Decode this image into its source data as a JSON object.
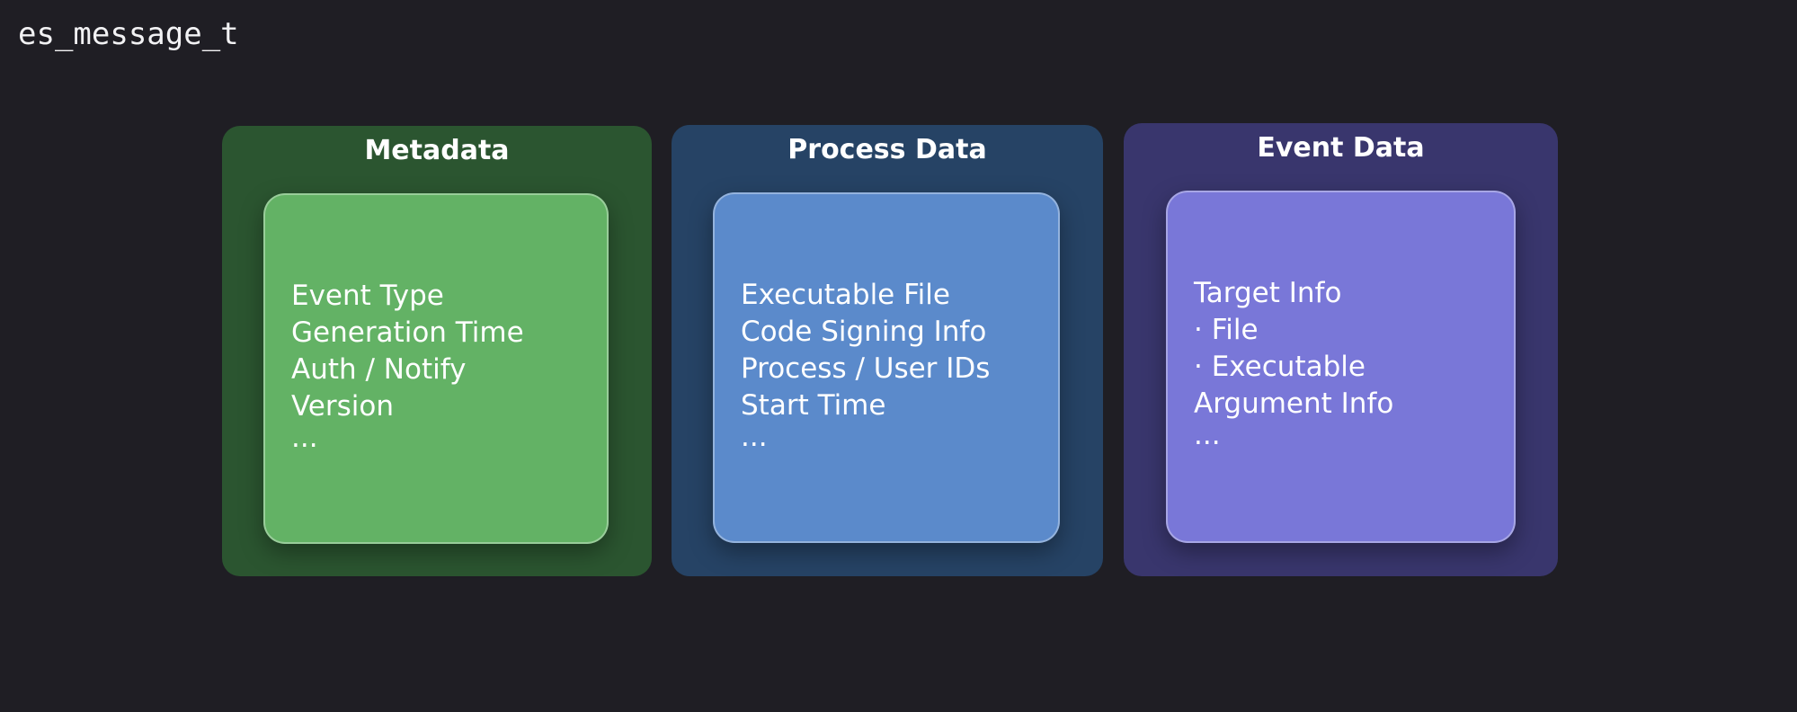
{
  "title": "es_message_t",
  "panels": [
    {
      "title": "Metadata",
      "items": [
        "Event Type",
        "Generation Time",
        "Auth / Notify",
        "Version",
        "..."
      ]
    },
    {
      "title": "Process Data",
      "items": [
        "Executable File",
        "Code Signing Info",
        "Process / User IDs",
        "Start Time",
        "..."
      ]
    },
    {
      "title": "Event Data",
      "items": [
        "Target Info",
        "· File",
        "· Executable",
        "Argument Info",
        "..."
      ]
    }
  ]
}
